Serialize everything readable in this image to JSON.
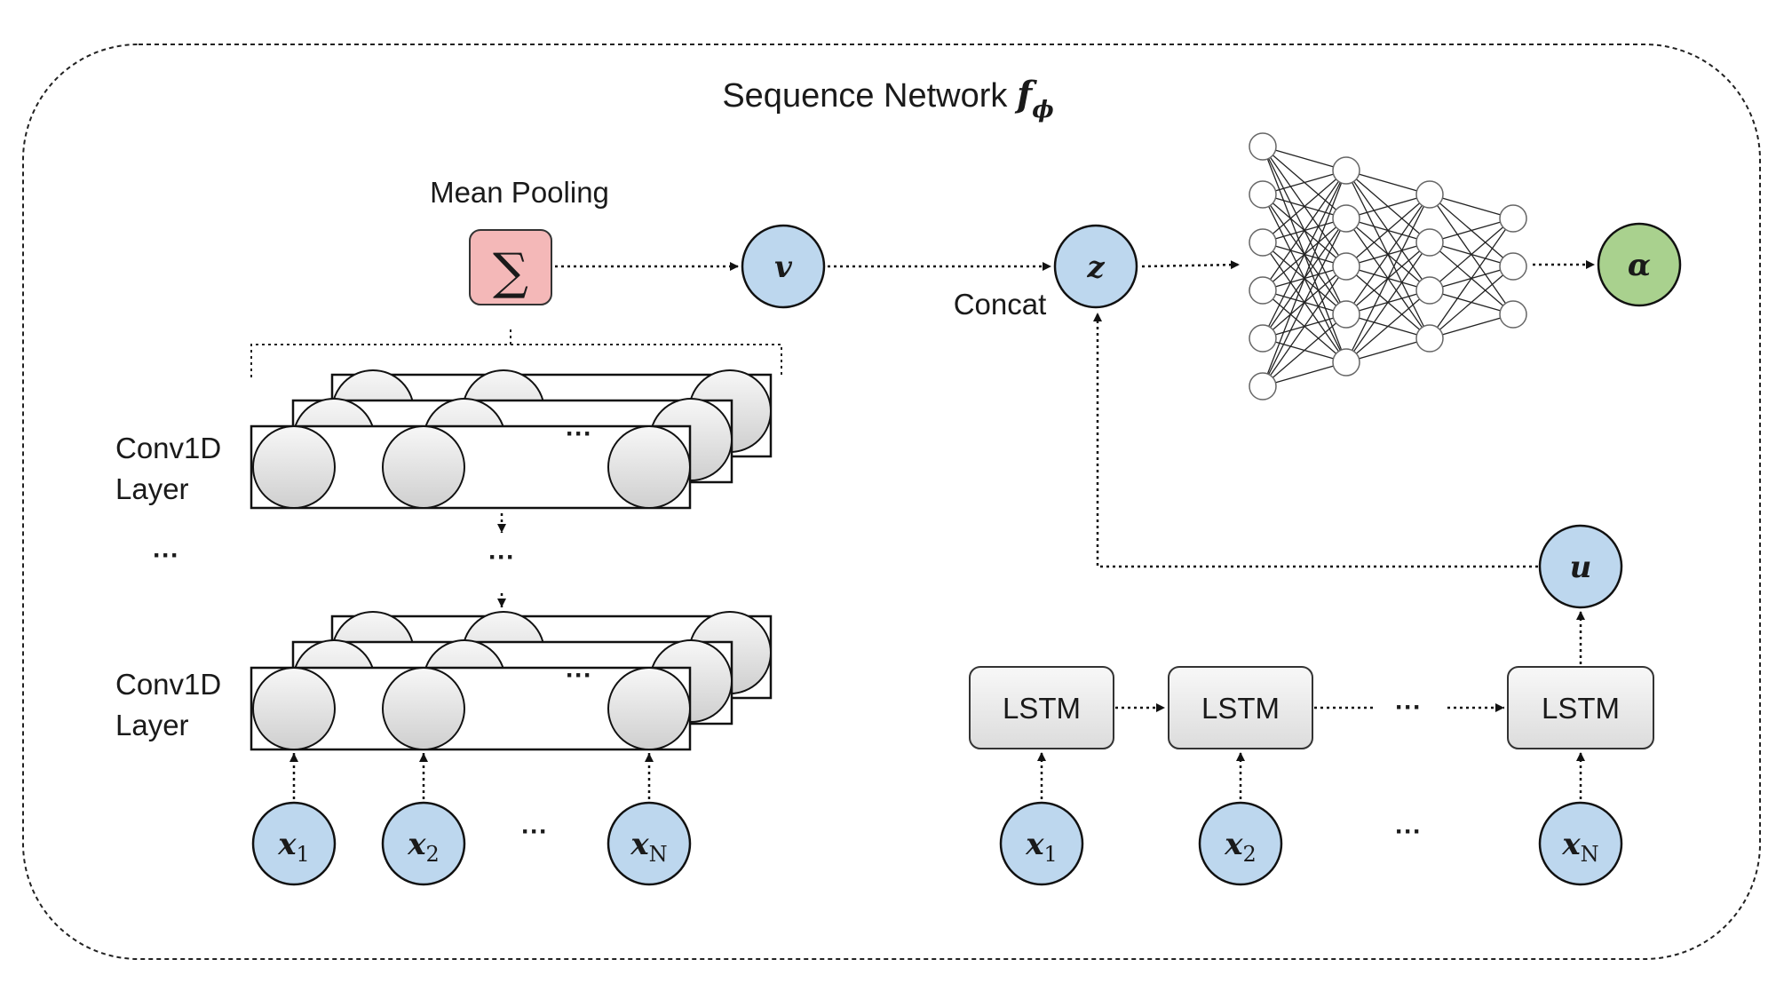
{
  "title": {
    "text": "Sequence Network ",
    "symbol": "f",
    "subscript": "ϕ"
  },
  "labels": {
    "mean_pooling": "Mean Pooling",
    "sum_symbol": "∑",
    "concat": "Concat",
    "conv_top": [
      "Conv1D",
      "Layer"
    ],
    "conv_bottom": [
      "Conv1D",
      "Layer"
    ],
    "ellipsis": "···",
    "lstm": "LSTM"
  },
  "nodes": {
    "v": "v",
    "z": "z",
    "u": "u",
    "alpha": "α",
    "x": [
      {
        "base": "x",
        "sub": "1"
      },
      {
        "base": "x",
        "sub": "2"
      },
      {
        "base": "x",
        "sub": "N"
      }
    ]
  },
  "mlp_layers": [
    6,
    5,
    4,
    3
  ],
  "colors": {
    "blue_node": "#bdd7ee",
    "green_node": "#a9d18e",
    "pink_box": "#f4b8b8",
    "conv_circle": "#e0e0e0",
    "lstm_box": "#ececec"
  }
}
